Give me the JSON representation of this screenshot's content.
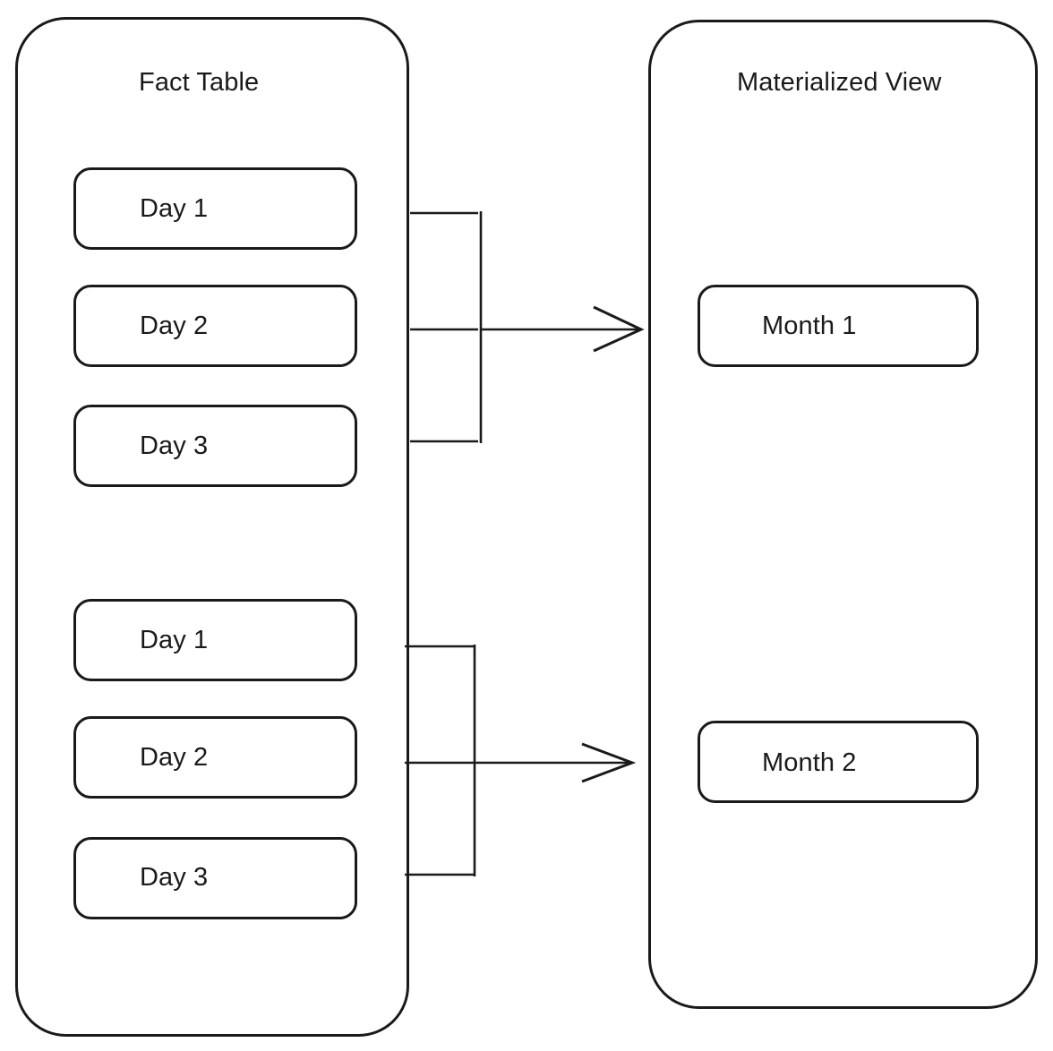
{
  "diagram": {
    "title_left": "Fact Table",
    "title_right": "Materialized View",
    "stroke_color": "#1a1a1a",
    "background_color": "#ffffff",
    "fact_table": {
      "label": "Fact Table",
      "groups": [
        {
          "nodes": [
            "Day 1",
            "Day 2",
            "Day 3"
          ]
        },
        {
          "nodes": [
            "Day 1",
            "Day 2",
            "Day 3"
          ]
        }
      ]
    },
    "materialized_view": {
      "label": "Materialized View",
      "nodes": [
        "Month 1",
        "Month 2"
      ]
    },
    "connections": [
      {
        "from_group": 0,
        "from_nodes": [
          "Day 1",
          "Day 2",
          "Day 3"
        ],
        "to": "Month 1",
        "style": "bracket-arrow"
      },
      {
        "from_group": 1,
        "from_nodes": [
          "Day 1",
          "Day 2",
          "Day 3"
        ],
        "to": "Month 2",
        "style": "bracket-arrow"
      }
    ],
    "nodes": {
      "d1": "Day 1",
      "d2": "Day 2",
      "d3": "Day 3",
      "d4": "Day 1",
      "d5": "Day 2",
      "d6": "Day 3",
      "m1": "Month 1",
      "m2": "Month 2"
    }
  }
}
